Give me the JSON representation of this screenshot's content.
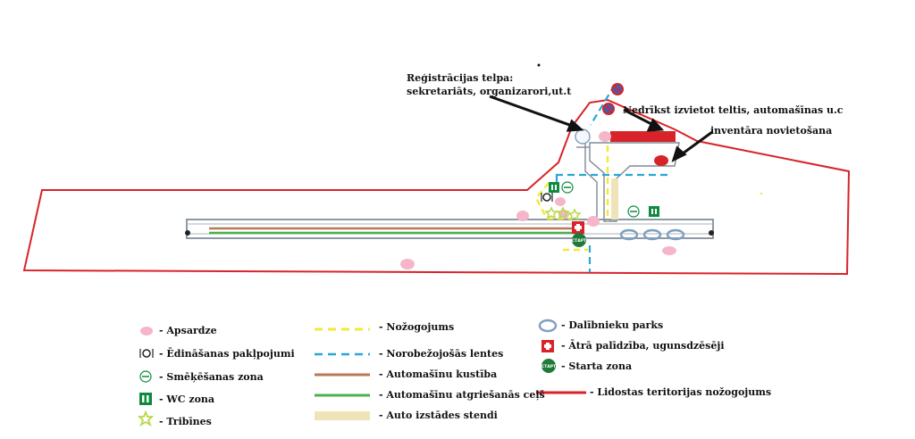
{
  "callouts": {
    "registration_line1": "Reģistrācijas telpa:",
    "registration_line2": "sekretariāts, organizarori,ut.t",
    "no_tents_line1": "Nedrīkst izvietot teltis, automašīnas u.c",
    "no_tents_line2": "inventāra novietošana"
  },
  "map_labels": {
    "start_badge": "СТАРТ",
    "wc_glyph": "🚻",
    "dining_glyph": "🍽",
    "smoking_glyph": "⊖"
  },
  "legend": {
    "col1": [
      {
        "icon": "pink-dot-icon",
        "label": "- Apsardze"
      },
      {
        "icon": "dining-icon",
        "label": "- Ēdināšanas pakļpojumi"
      },
      {
        "icon": "smoking-icon",
        "label": "- Smēķēšanas zona"
      },
      {
        "icon": "wc-icon",
        "label": "- WC zona"
      },
      {
        "icon": "star-icon",
        "label": "- Tribīnes"
      }
    ],
    "col2": [
      {
        "icon": "yellow-dashed-line-icon",
        "label": "- Nožogojums"
      },
      {
        "icon": "blue-dashed-line-icon",
        "label": "- Norobežojošās lentes"
      },
      {
        "icon": "brown-line-icon",
        "label": "- Automašīnu kustība"
      },
      {
        "icon": "green-line-icon",
        "label": "- Automašīnu atgriešanās ceļš"
      },
      {
        "icon": "beige-bar-icon",
        "label": "- Auto izstādes stendi"
      }
    ],
    "col3": [
      {
        "icon": "blue-oval-icon",
        "label": "- Dalībnieku parks"
      },
      {
        "icon": "first-aid-icon",
        "label": "- Ātrā palīdzība, ugunsdzēsēji"
      },
      {
        "icon": "start-zone-icon",
        "label": "- Starta zona"
      },
      {
        "icon": "red-line-icon",
        "label": "- Lidostas  teritorijas nožogojums"
      }
    ]
  },
  "colors": {
    "fence_red": "#d8232a",
    "security_pink": "#f4b6c8",
    "fence_yellow": "#f2ea3a",
    "tape_blue": "#2aa6d6",
    "car_brown": "#b77a55",
    "return_green": "#4caf50",
    "stands_beige": "#efe4b7",
    "park_blue": "#7f9fbf",
    "first_aid_red": "#d8232a",
    "start_green": "#1f7a3a",
    "wc_green": "#0e8a3e"
  }
}
